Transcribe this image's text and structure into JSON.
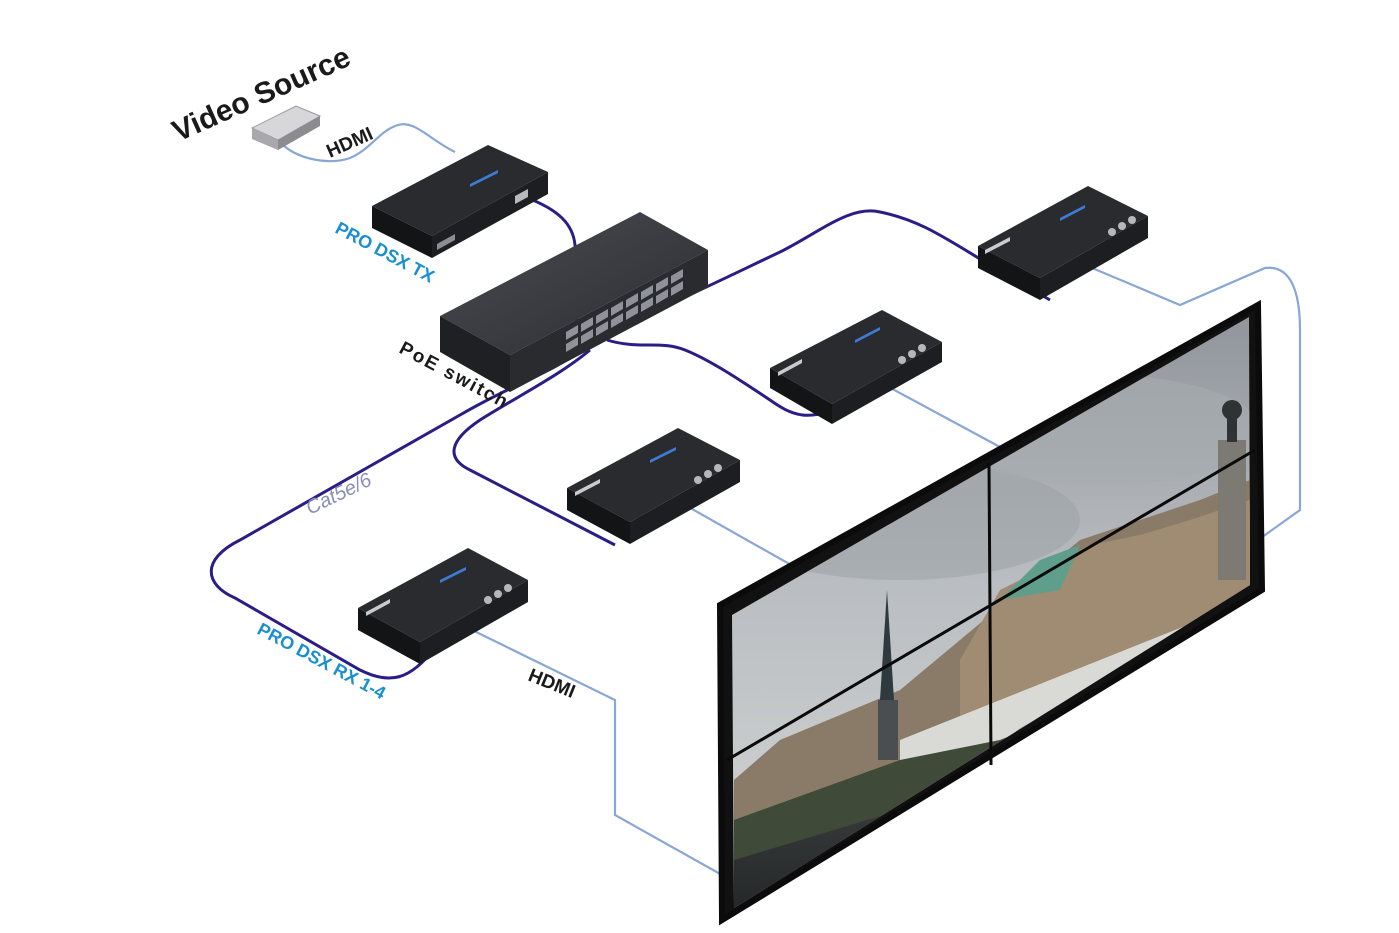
{
  "labels": {
    "video_source": "Video Source",
    "hdmi_top": "HDMI",
    "tx": "PRO DSX TX",
    "poe_switch": "PoE switch",
    "cable": "Cat5e/6",
    "rx": "PRO DSX RX 1-4",
    "hdmi_bottom": "HDMI"
  },
  "colors": {
    "hdmi_cable": "#88a7d4",
    "cat_cable": "#2b1d86",
    "device_label": "#1a8fd0",
    "device_body": "#1b1b1d",
    "screen_bezel": "#111111"
  }
}
